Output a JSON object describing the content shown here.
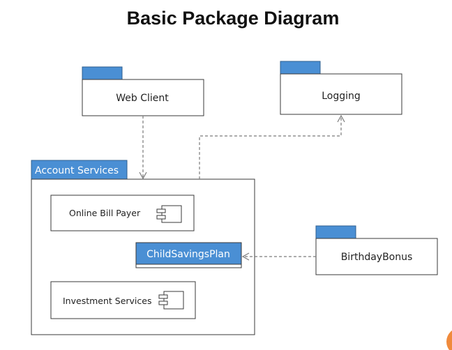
{
  "diagram": {
    "title": "Basic Package Diagram",
    "packages": {
      "web_client": "Web Client",
      "logging": "Logging",
      "account_services": "Account Services",
      "birthday_bonus": "BirthdayBonus"
    },
    "components": {
      "online_bill_payer": "Online Bill Payer",
      "investment_services": "Investment Services"
    },
    "classes": {
      "child_savings_plan": "ChildSavingsPlan"
    },
    "colors": {
      "tab_fill": "#4a8fd4",
      "connector": "#7a7a7a",
      "corner_badge": "#f08a3c"
    }
  }
}
